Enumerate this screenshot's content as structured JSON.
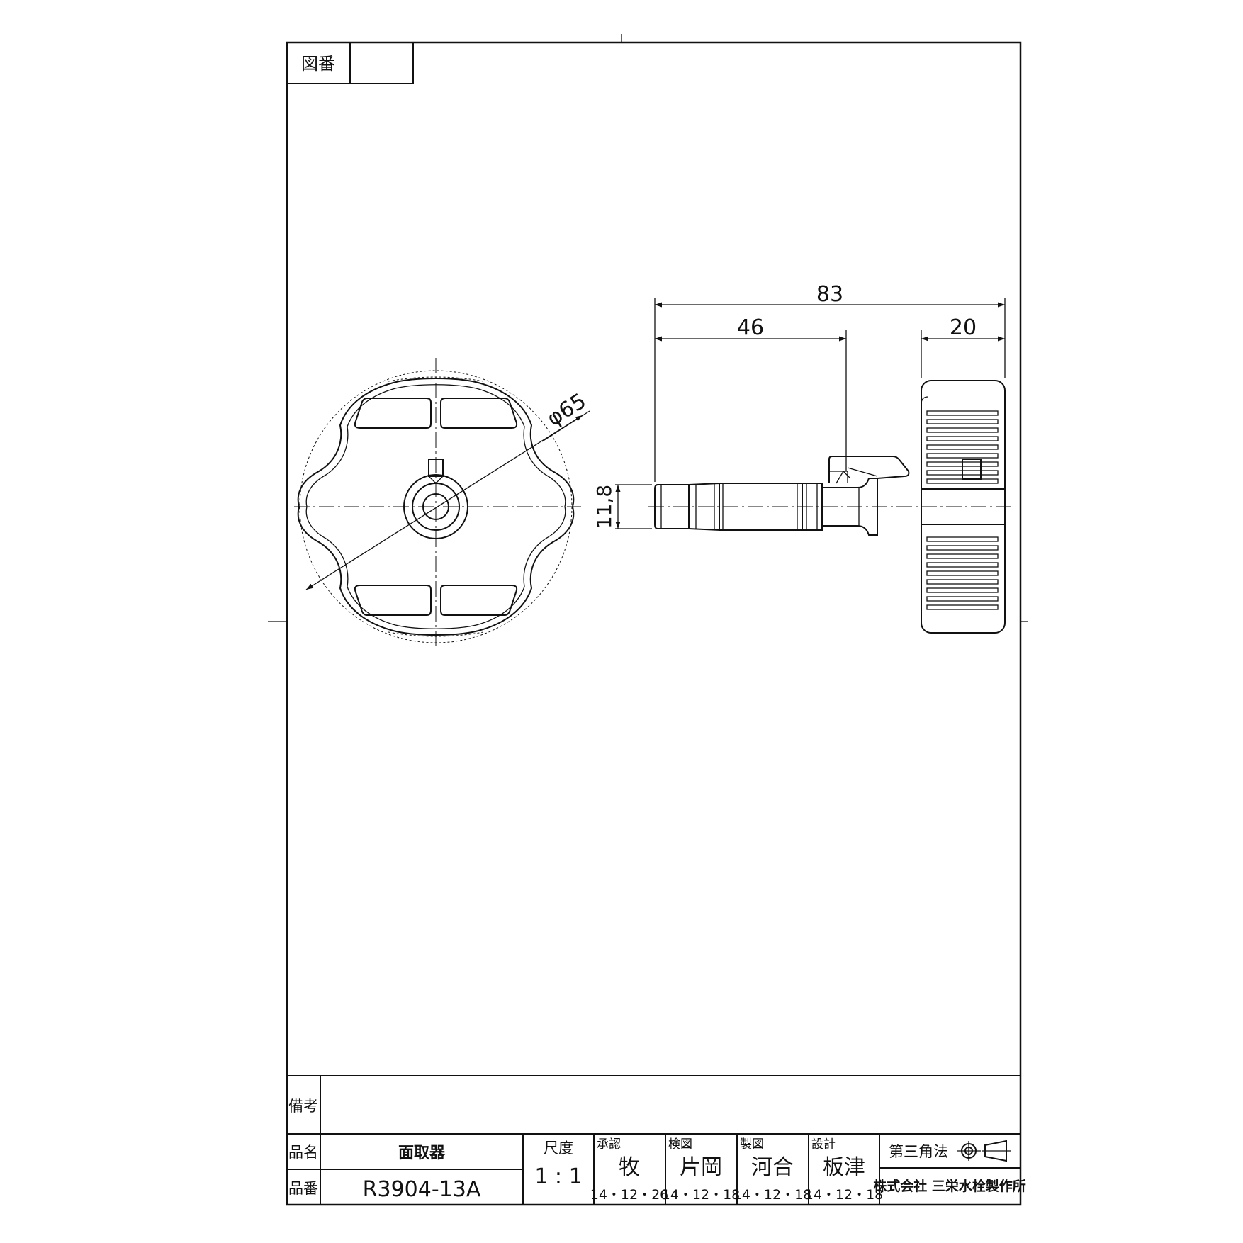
{
  "drawing_number_label": "図番",
  "drawing_number_value": "",
  "dimensions": {
    "overall_length": "83",
    "to_hook": "46",
    "knob_width": "20",
    "knob_diameter": "φ65",
    "shaft_diameter": "11,8"
  },
  "remarks_label": "備考",
  "remarks_value": "",
  "part_name_label": "品名",
  "part_name": "面取器",
  "part_number_label": "品番",
  "part_number": "R3904-13A",
  "scale_label": "尺度",
  "scale_value": "1 : 1",
  "approvals": [
    {
      "role": "承認",
      "name": "牧",
      "date": "14・12・26"
    },
    {
      "role": "検図",
      "name": "片岡",
      "date": "14・12・18"
    },
    {
      "role": "製図",
      "name": "河合",
      "date": "14・12・18"
    },
    {
      "role": "設計",
      "name": "板津",
      "date": "14・12・18"
    }
  ],
  "projection_label": "第三角法",
  "company": "株式会社 三栄水栓製作所"
}
